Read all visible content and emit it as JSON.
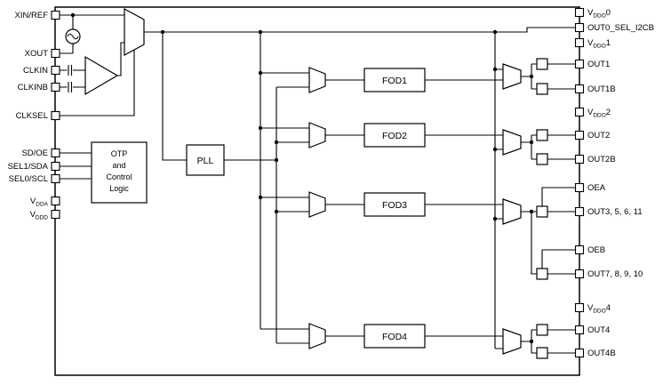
{
  "diagram": {
    "blocks": {
      "pll": "PLL",
      "otp": {
        "l1": "OTP",
        "l2": "and",
        "l3": "Control",
        "l4": "Logic"
      },
      "fods": [
        "FOD1",
        "FOD2",
        "FOD3",
        "FOD4"
      ]
    },
    "pins_left": [
      {
        "pre": "XIN/REF"
      },
      {
        "pre": "XOUT"
      },
      {
        "pre": "CLKIN"
      },
      {
        "pre": "CLKINB"
      },
      {
        "pre": "CLKSEL"
      },
      {
        "pre": "SD/OE"
      },
      {
        "pre": "SEL1/SDA"
      },
      {
        "pre": "SEL0/SCL"
      },
      {
        "pre": "V",
        "sub": "DDA"
      },
      {
        "pre": "V",
        "sub": "DDD"
      }
    ],
    "pins_right": [
      {
        "pre": "V",
        "sub": "DDO",
        "post": "0"
      },
      {
        "pre": "OUT0_SEL_I2CB"
      },
      {
        "pre": "V",
        "sub": "DDO",
        "post": "1"
      },
      {
        "pre": "OUT1"
      },
      {
        "pre": "OUT1B"
      },
      {
        "pre": "V",
        "sub": "DDO",
        "post": "2"
      },
      {
        "pre": "OUT2"
      },
      {
        "pre": "OUT2B"
      },
      {
        "pre": "OEA"
      },
      {
        "pre": "OUT3, 5, 6, 11"
      },
      {
        "pre": "OEB"
      },
      {
        "pre": "OUT7, 8, 9, 10"
      },
      {
        "pre": "V",
        "sub": "DDO",
        "post": "4"
      },
      {
        "pre": "OUT4"
      },
      {
        "pre": "OUT4B"
      }
    ]
  }
}
